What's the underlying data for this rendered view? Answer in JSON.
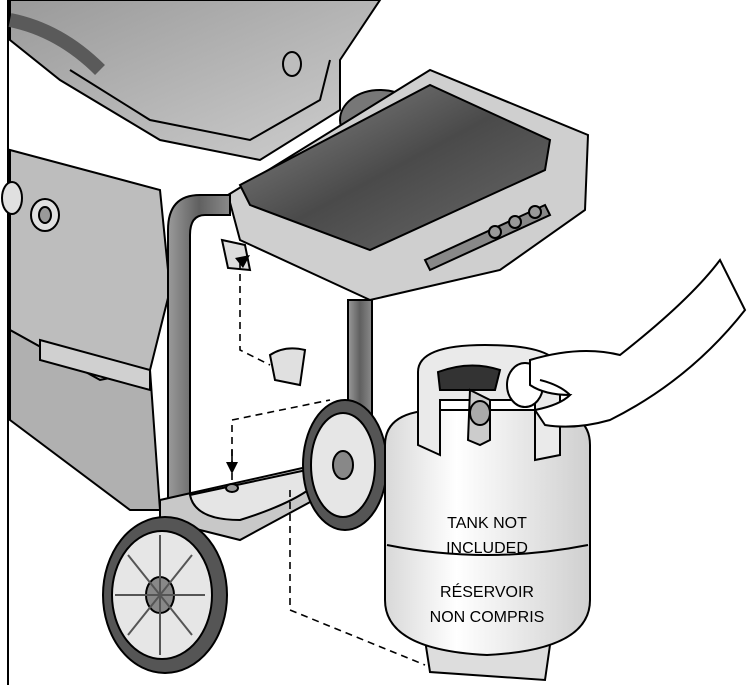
{
  "labels": {
    "tank_line1": "TANK NOT",
    "tank_line2": "INCLUDED",
    "tank_line3": "RÉSERVOIR",
    "tank_line4": "NON COMPRIS"
  },
  "colors": {
    "outline": "#000000",
    "shelf_top": "#5a5a5a",
    "grill_body": "#bdbdbd",
    "tank": "#f2f2f2",
    "frame": "#6e6e6e"
  }
}
